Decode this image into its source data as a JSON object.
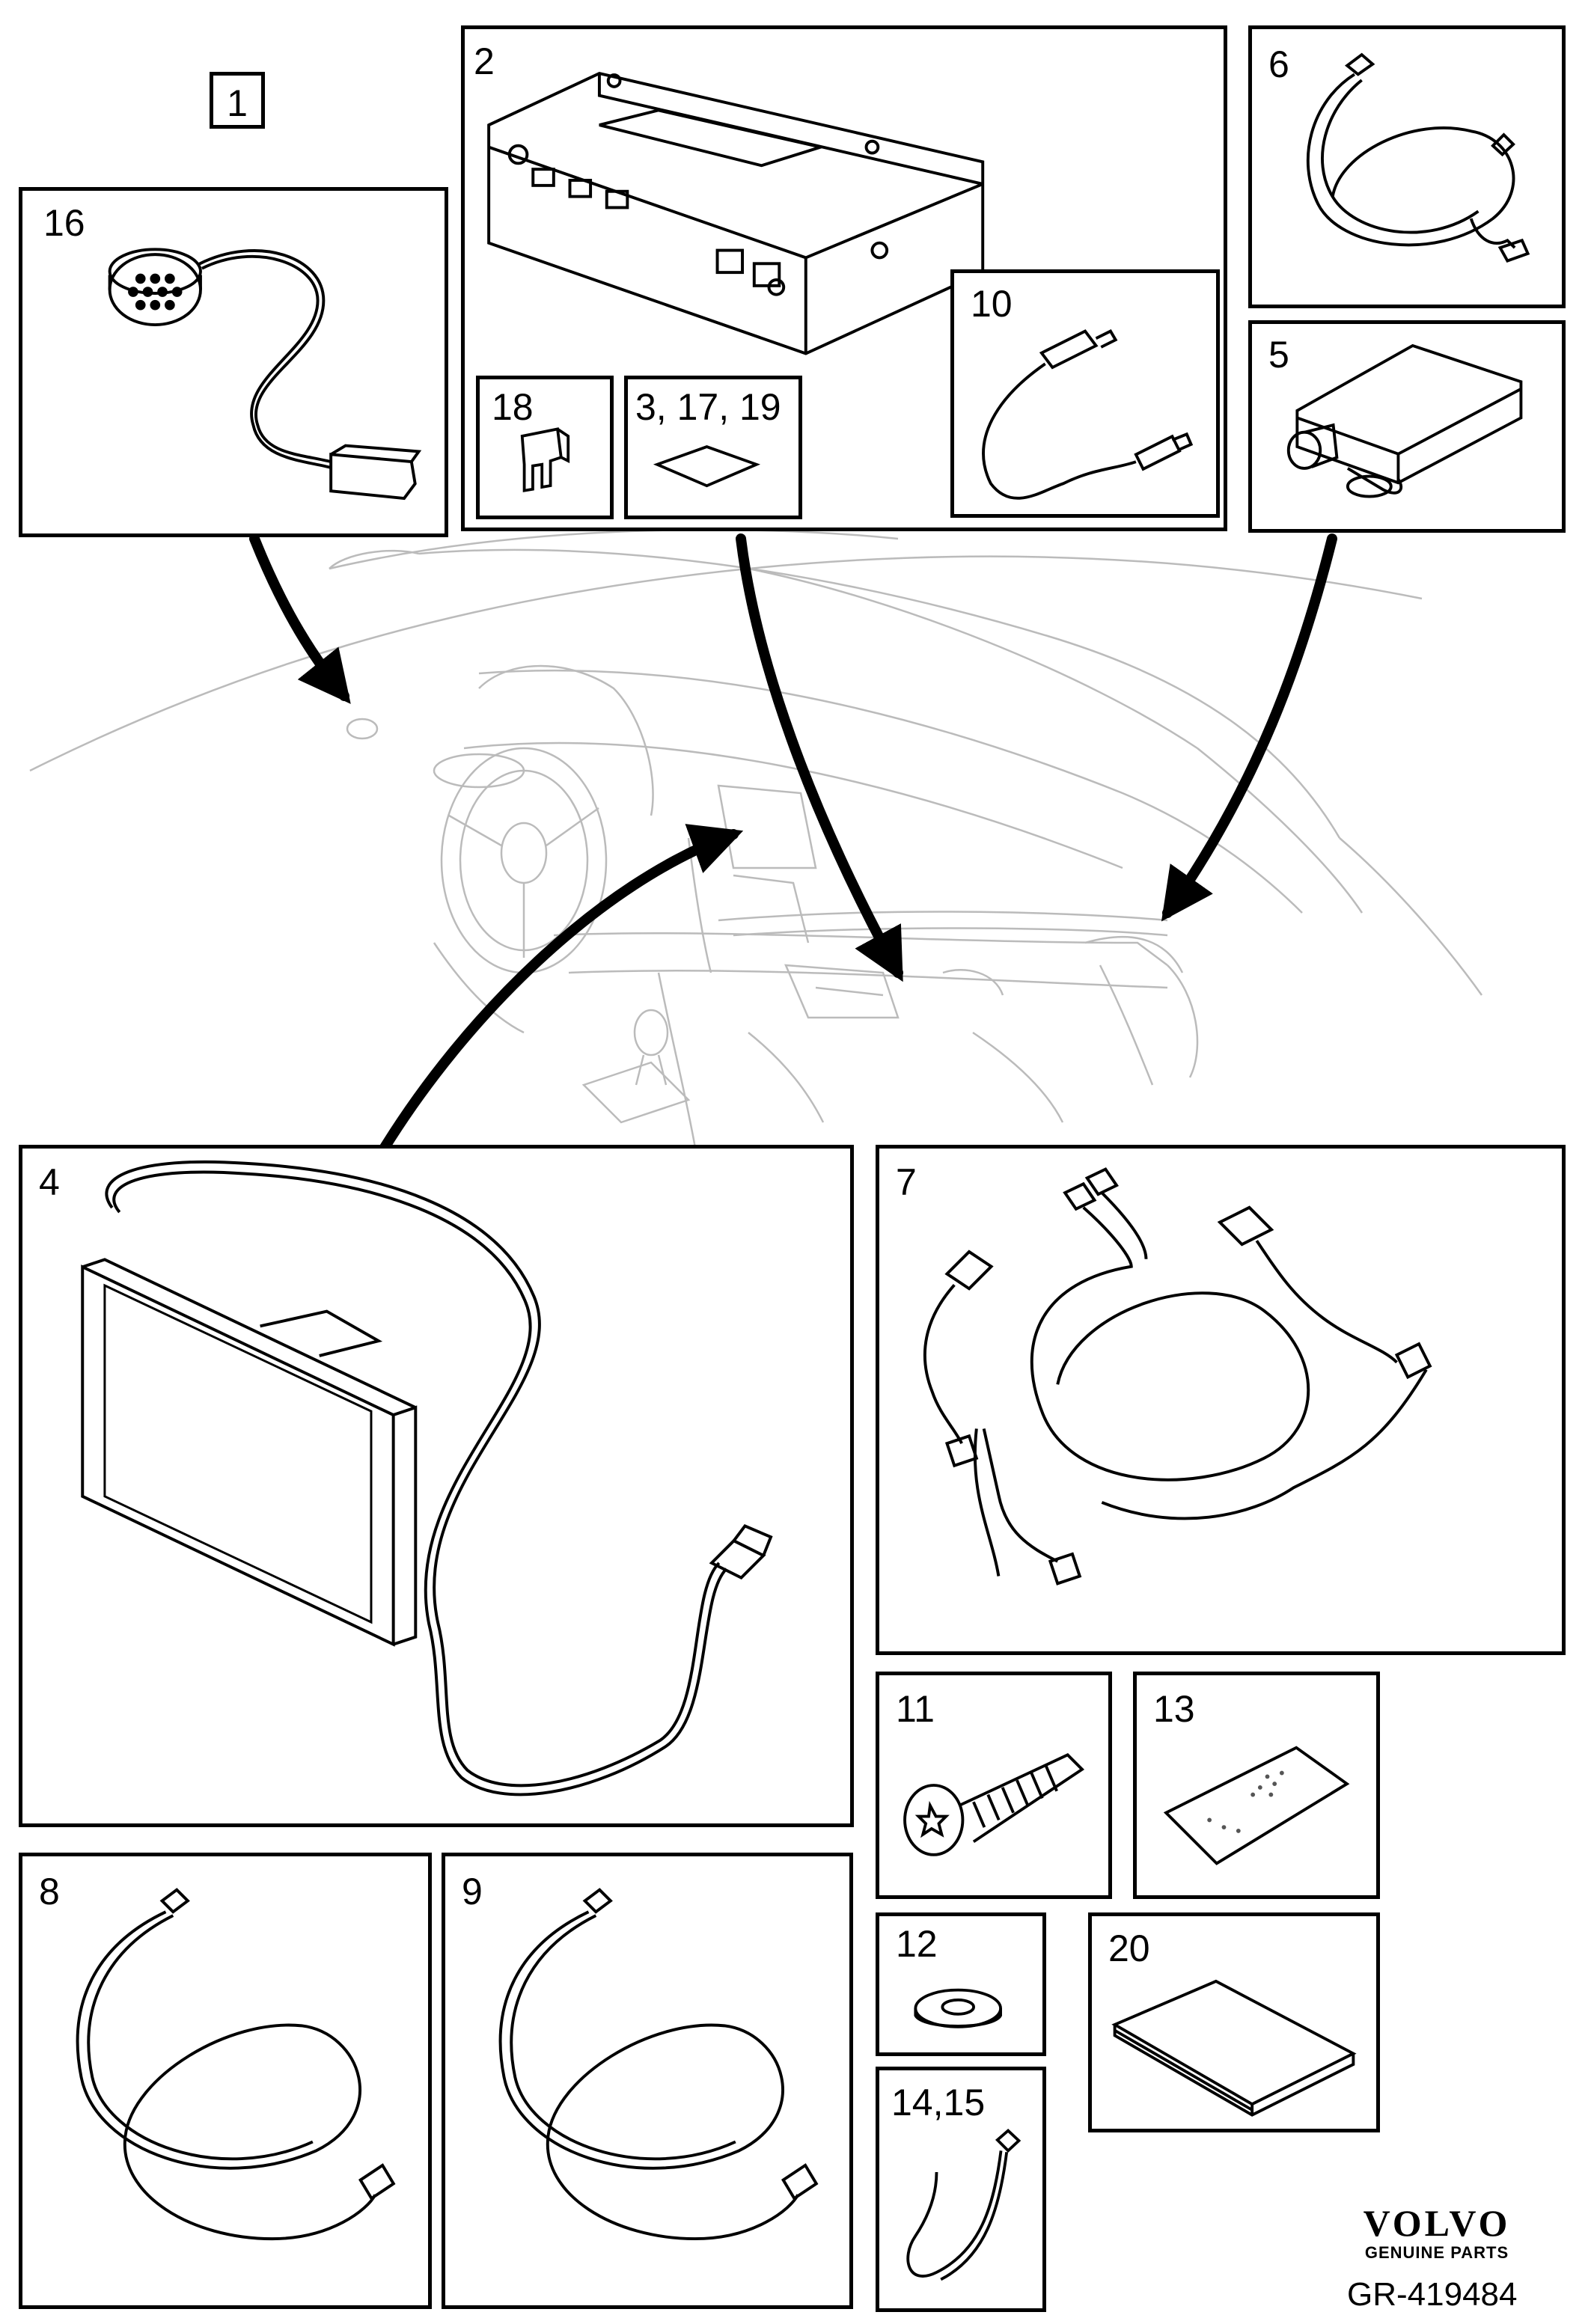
{
  "kit_number": "1",
  "parts": [
    {
      "key": "p16",
      "label": "16"
    },
    {
      "key": "p2",
      "label": "2"
    },
    {
      "key": "p18",
      "label": "18"
    },
    {
      "key": "p3",
      "label": "3, 17, 19"
    },
    {
      "key": "p10",
      "label": "10"
    },
    {
      "key": "p6",
      "label": "6"
    },
    {
      "key": "p5",
      "label": "5"
    },
    {
      "key": "p4",
      "label": "4"
    },
    {
      "key": "p7",
      "label": "7"
    },
    {
      "key": "p11",
      "label": "11"
    },
    {
      "key": "p13",
      "label": "13"
    },
    {
      "key": "p8",
      "label": "8"
    },
    {
      "key": "p9",
      "label": "9"
    },
    {
      "key": "p12",
      "label": "12"
    },
    {
      "key": "p20",
      "label": "20"
    },
    {
      "key": "p14",
      "label": "14,15"
    }
  ],
  "brand": {
    "name": "VOLVO",
    "tagline": "GENUINE PARTS"
  },
  "reference": "GR-419484"
}
